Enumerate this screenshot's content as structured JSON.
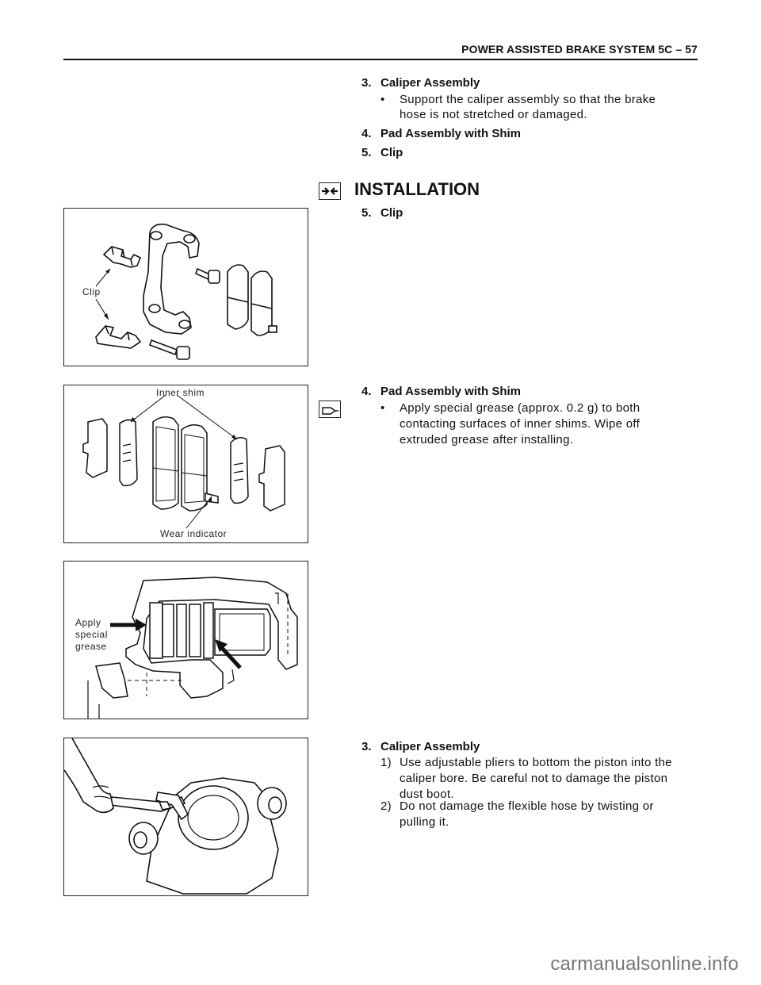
{
  "header": {
    "title": "POWER ASSISTED BRAKE SYSTEM   5C – 57"
  },
  "removal": {
    "items": [
      {
        "num": "3.",
        "title": "Caliper Assembly"
      },
      {
        "num": "4.",
        "title": "Pad Assembly with Shim"
      },
      {
        "num": "5.",
        "title": "Clip"
      }
    ],
    "bullet": "•",
    "caliper_note_line1": "Support the caliper assembly so that the brake",
    "caliper_note_line2": "hose is not stretched or damaged."
  },
  "installation": {
    "title": "INSTALLATION",
    "clip": {
      "num": "5.",
      "title": "Clip"
    },
    "pad": {
      "num": "4.",
      "title": "Pad Assembly with Shim",
      "bullet": "•",
      "line1": "Apply special grease (approx. 0.2 g) to both",
      "line2": "contacting surfaces of inner shims. Wipe off",
      "line3": "extruded grease after installing."
    },
    "caliper": {
      "num": "3.",
      "title": "Caliper Assembly",
      "step1_num": "1)",
      "step1_line1": "Use adjustable pliers to bottom the piston into the",
      "step1_line2": "caliper bore. Be careful not to damage the piston",
      "step1_line3": "dust boot.",
      "step2_num": "2)",
      "step2_line1": "Do not damage the flexible hose by twisting or",
      "step2_line2": "pulling it."
    }
  },
  "figures": {
    "fig1": {
      "label": "Clip"
    },
    "fig2": {
      "label_top": "Inner shim",
      "label_bottom": "Wear indicator"
    },
    "fig3": {
      "label_line1": "Apply",
      "label_line2": "special",
      "label_line3": "grease"
    }
  },
  "icons": {
    "install": "install-arrows-icon",
    "grease": "grease-icon"
  },
  "watermark": "carmanualsonline.info"
}
